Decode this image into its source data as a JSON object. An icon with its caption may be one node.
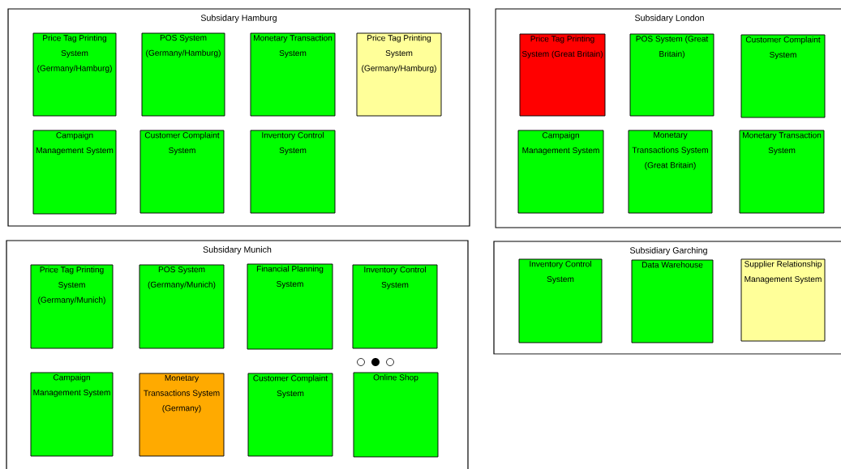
{
  "diagram": {
    "nodes": [
      {
        "text": [
          "Subsidary Hamburg"
        ]
      },
      {
        "text": [
          "Price Tag Printing System (Germany/Hamburg)"
        ],
        "in": 0
      },
      {
        "text": [
          "POS System (Germany/Hamburg)"
        ],
        "in": 0
      },
      {
        "text": [
          "Monetary Transaction System"
        ],
        "in": 0
      },
      {
        "text": [
          "Price Tag Printing System (Germany/Hamburg)"
        ],
        "in": 0
      },
      {
        "text": [
          "Campaign Management System"
        ],
        "in": 0
      },
      {
        "text": [
          "Customer Complaint System"
        ],
        "in": 0
      },
      {
        "text": [
          "Inventory Control System"
        ],
        "in": 0
      },
      {
        "text": [
          "Subsidary London"
        ]
      },
      {
        "text": [
          "Price Tag Printing System (Great Britain)"
        ],
        "in": 8
      },
      {
        "text": [
          "POS System (Great Britain)"
        ],
        "in": 8
      },
      {
        "text": [
          "Customer Complaint System"
        ],
        "in": 8
      },
      {
        "text": [
          "Campaign Management System"
        ],
        "in": 8
      },
      {
        "text": [
          "Monetary Transactions System (Great Britain)"
        ],
        "in": 8
      },
      {
        "text": [
          "Monetary Transaction System"
        ],
        "in": 8
      },
      {
        "text": [
          "Subsidary Munich"
        ]
      },
      {
        "text": [
          "Price Tag Printing System (Germany/Munich)"
        ],
        "in": 15
      },
      {
        "text": [
          "POS System (Germany/Munich)"
        ],
        "in": 15
      },
      {
        "text": [
          "Financial Planning System"
        ],
        "in": 15
      },
      {
        "text": [
          "Inventory Control System"
        ],
        "in": 15
      },
      {
        "text": [
          "Campaign Management System"
        ],
        "in": 15
      },
      {
        "text": [
          "Monetary Transactions System (Germany)"
        ],
        "in": 15
      },
      {
        "text": [
          "Customer Complaint System"
        ],
        "in": 15
      },
      {
        "text": [
          "Online Shop"
        ],
        "in": 15
      },
      {
        "text": [
          "Subsidiary Garching"
        ]
      },
      {
        "text": [
          "Inventory Control System"
        ],
        "in": 24
      },
      {
        "text": [
          "Data Warehouse"
        ],
        "in": 24
      },
      {
        "text": [
          "Supplier Relationship Management System"
        ],
        "in": 24
      }
    ]
  }
}
